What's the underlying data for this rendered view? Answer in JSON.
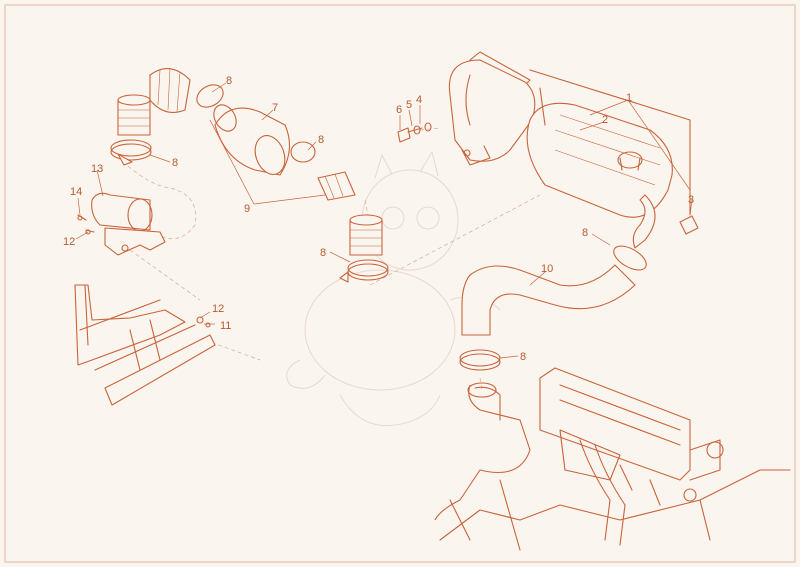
{
  "colors": {
    "line": "#c8643a",
    "label": "#b85a33",
    "background": "#fbf5ef",
    "frame": "#e2b9a0"
  },
  "callouts": {
    "c1": "1",
    "c2": "2",
    "c3": "3",
    "c4": "4",
    "c5": "5",
    "c6": "6",
    "c7": "7",
    "c8a": "8",
    "c8b": "8",
    "c8c": "8",
    "c8d": "8",
    "c8e": "8",
    "c8f": "8",
    "c9": "9",
    "c10": "10",
    "c11": "11",
    "c12a": "12",
    "c12b": "12",
    "c13": "13",
    "c14": "14"
  }
}
